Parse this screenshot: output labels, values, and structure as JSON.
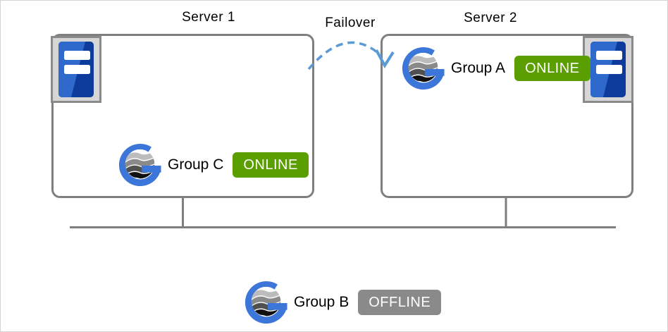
{
  "failover": {
    "label": "Failover"
  },
  "servers": [
    {
      "label": "Server 1",
      "group": {
        "label": "Group C",
        "status": "ONLINE"
      }
    },
    {
      "label": "Server 2",
      "group": {
        "label": "Group A",
        "status": "ONLINE"
      }
    }
  ],
  "offline_group": {
    "label": "Group B",
    "status": "OFFLINE"
  },
  "icons": {
    "server": "server-tower-icon",
    "group": "cluster-group-g-icon",
    "failover_arrow": "dashed-arc-arrow-icon"
  },
  "colors": {
    "online_badge": "#5a9e00",
    "offline_badge": "#8a8a8a",
    "box_border": "#7f7f7f",
    "network_line": "#7f7f7f",
    "failover_arrow": "#5b9bd5",
    "group_icon_blue": "#3b76d8",
    "server_icon_blue_dark": "#0c3b9b",
    "server_icon_blue_light": "#2e69cb"
  }
}
